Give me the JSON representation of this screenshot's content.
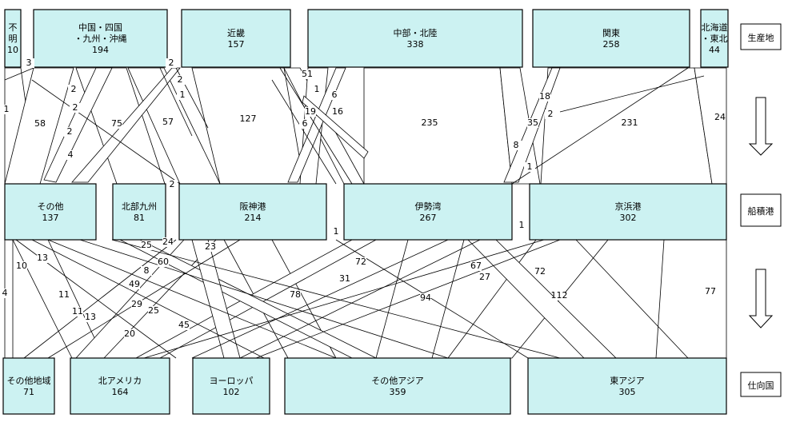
{
  "stage_labels": {
    "top": "生産地",
    "middle": "船積港",
    "bottom": "仕向国"
  },
  "top_nodes": [
    {
      "id": "t1",
      "name": [
        "不",
        "明"
      ],
      "value": "10"
    },
    {
      "id": "t2",
      "name": [
        "中国・四国",
        "・九州・沖縄"
      ],
      "value": "194"
    },
    {
      "id": "t3",
      "name": [
        "近畿"
      ],
      "value": "157"
    },
    {
      "id": "t4",
      "name": [
        "中部・北陸"
      ],
      "value": "338"
    },
    {
      "id": "t5",
      "name": [
        "関東"
      ],
      "value": "258"
    },
    {
      "id": "t6",
      "name": [
        "北海道",
        "・東北"
      ],
      "value": "44"
    }
  ],
  "mid_nodes": [
    {
      "id": "m1",
      "name": [
        "その他"
      ],
      "value": "137"
    },
    {
      "id": "m2",
      "name": [
        "北部九州"
      ],
      "value": "81"
    },
    {
      "id": "m3",
      "name": [
        "阪神港"
      ],
      "value": "214"
    },
    {
      "id": "m4",
      "name": [
        "伊勢湾"
      ],
      "value": "267"
    },
    {
      "id": "m5",
      "name": [
        "京浜港"
      ],
      "value": "302"
    }
  ],
  "bottom_nodes": [
    {
      "id": "b1",
      "name": [
        "その他地域"
      ],
      "value": "71"
    },
    {
      "id": "b2",
      "name": [
        "北アメリカ"
      ],
      "value": "164"
    },
    {
      "id": "b3",
      "name": [
        "ヨーロッパ"
      ],
      "value": "102"
    },
    {
      "id": "b4",
      "name": [
        "その他アジア"
      ],
      "value": "359"
    },
    {
      "id": "b5",
      "name": [
        "東アジア"
      ],
      "value": "305"
    }
  ],
  "top_flow_labels": [
    "3",
    "2",
    "1",
    "58",
    "75",
    "57",
    "127",
    "235",
    "231",
    "24",
    "2",
    "2",
    "2",
    "4",
    "2",
    "1",
    "51",
    "1",
    "6",
    "19",
    "16",
    "6",
    "18",
    "2",
    "35",
    "8",
    "1"
  ],
  "mid_side_labels": [
    "2",
    "1",
    "1"
  ],
  "bottom_flow_labels": [
    "4",
    "10",
    "13",
    "11",
    "11",
    "13",
    "25",
    "24",
    "8",
    "60",
    "49",
    "29",
    "25",
    "23",
    "45",
    "20",
    "78",
    "31",
    "72",
    "94",
    "67",
    "27",
    "72",
    "112",
    "77"
  ]
}
